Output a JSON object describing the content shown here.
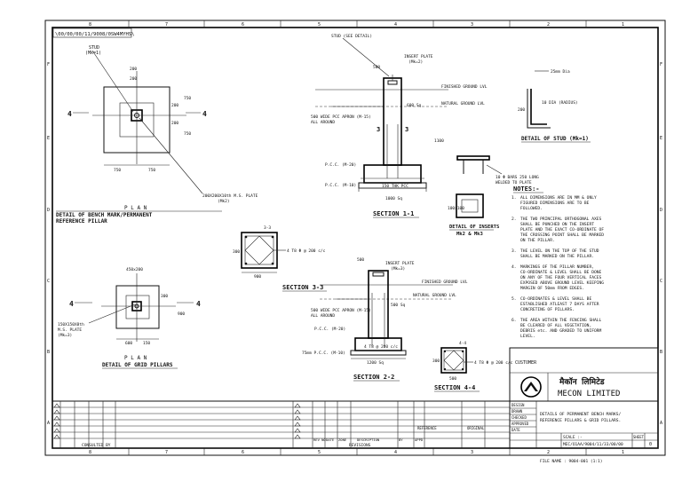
{
  "drawing_ref_rotated": "\\00/00/00/11/9008/0SW4MYHS\\",
  "plan1": {
    "stud_label": "STUD",
    "stud_sub": "(Mk=1)",
    "dim_top": "200",
    "dim_top2": "200",
    "dim_right": "200",
    "dim_right2": "200",
    "dim_side": "750",
    "dim_side2": "750",
    "dim_bot_l": "750",
    "dim_bot_r": "750",
    "cut_mark": "4",
    "cut_mark_r": "4",
    "plate_note": "200X200X10th M.S. PLATE",
    "plate_sub": "(Mk2)",
    "title": "P L A N",
    "subtitle": "DETAIL OF BENCH MARK/PERMANENT",
    "subtitle2": "REFERENCE PILLAR"
  },
  "plan2": {
    "dim_top": "450x200",
    "dim_side": "300",
    "dim_side2": "900",
    "dim_bot": "600",
    "dim_bot2": "150",
    "cut_mark": "4",
    "cut_mark_r": "4",
    "plate_note": "150X150X8th",
    "plate_note2": "M.S. PLATE",
    "plate_sub": "(Mk=3)",
    "title": "P L A N",
    "subtitle": "DETAIL OF GRID PILLARS"
  },
  "sec11": {
    "stud_note": "STUD (SEE DETAIL)",
    "insert_plate": "INSERT PLATE",
    "insert_sub": "(Mk=2)",
    "dim_500": "500",
    "dim_600sq": "600 Sq",
    "dim_1100": "1100",
    "finished_ground": "FINISHED GROUND LVL",
    "natural_ground": "NATURAL GROUND LVL",
    "apron": "500 WIDE PCC APRON (M-15)",
    "apron2": "ALL AROUND",
    "pcc1": "P.C.C. (M-20)",
    "pcc2": "P.C.C. (M-10)",
    "thk": "150 THK PCC",
    "base": "1000 Sq",
    "cut_left": "3",
    "cut_right": "3",
    "title": "SECTION 1-1"
  },
  "sec33": {
    "mark": "3-3",
    "dim_side": "300",
    "dim_bot": "900",
    "rebar": "4 T8 Φ @ 200 c/c",
    "title": "SECTION 3-3"
  },
  "sec22": {
    "insert_plate": "INSERT PLATE",
    "insert_sub": "(Mk=3)",
    "dim_500": "500",
    "dim_500b": "500 Sq",
    "finished_ground": "FINISHED GROUND LVL",
    "natural_ground": "NATURAL GROUND LVL",
    "apron": "500 WIDE PCC APRON (M-15)",
    "apron2": "ALL AROUND",
    "pcc1": "P.C.C. (M-20)",
    "pcc2": "75mm P.C.C. (M-10)",
    "base": "1200 Sq",
    "thk": "4 T8 @ 200 c/c",
    "title": "SECTION 2-2"
  },
  "sec44": {
    "mark": "4-4",
    "dim_side": "300",
    "dim_bot": "500",
    "rebar": "4 T8 Φ @ 200 c/c",
    "title": "SECTION 4-4"
  },
  "stud": {
    "dim1": "25mm Dia",
    "dim2": "10 DIA (RADIUS)",
    "dim3": "200",
    "title": "DETAIL OF STUD (Mk=1)"
  },
  "inserts": {
    "note1": "10 Φ BARS 250 LONG",
    "note2": "WELDED TO PLATE",
    "dim": "100x100",
    "title": "DETAIL OF INSERTS",
    "sub": "Mk2 & Mk3"
  },
  "notes": {
    "heading": "NOTES:-",
    "items": [
      "ALL DIMENSIONS ARE IN MM & ONLY FIGURED DIMENSIONS ARE TO BE FOLLOWED.",
      "THE TWO PRINCIPAL ORTHOGONAL AXES SHALL BE PUNCHED ON THE INSERT PLATE AND THE EXACT CO-ORDINATE OF THE CROSSING POINT SHALL BE MARKED ON THE PILLAR.",
      "THE LEVEL ON THE TOP OF THE STUD SHALL BE MARKED ON THE PILLAR.",
      "MARKINGS OF THE PILLAR NUMBER, CO-ORDINATE & LEVEL SHALL BE DONE ON ANY OF THE FOUR VERTICAL FACES EXPOSED ABOVE GROUND LEVEL KEEPING MARGIN OF 50mm FROM EDGES.",
      "CO-ORDINATES & LEVEL SHALL BE ESTABLISHED ATLEAST 7 DAYS AFTER CONCRETING OF PILLARS.",
      "THE AREA WITHIN THE FENCING SHALL BE CLEARED OF ALL VEGETATION, DEBRIS etc. AND GRADED TO UNIFORM LEVEL."
    ]
  },
  "titleblock": {
    "customer": "CUSTOMER",
    "company_hindi": "मैकॉन लिमिटेड",
    "company": "MECON LIMITED",
    "drawing_title": "DETAILS OF PERMANENT BENCH MARKS/",
    "drawing_title2": "REFERENCE PILLARS & GRID PILLARS.",
    "drawing_no": "MEC/O1AA/9004/11/33/00/00",
    "rev": "0",
    "scale_label": "SCALE :-",
    "sheet_label": "SHEET",
    "file_name": "FILE NAME : 9004-001 (1:1)",
    "rows": [
      "DESIGN",
      "DRAWN",
      "CHECKED",
      "APPROVED",
      "DATE"
    ],
    "consulted_by": "CONSULTED BY",
    "rev_header": [
      "REV NO",
      "DATE",
      "ZONE",
      "DESCRIPTION",
      "BY",
      "APPD"
    ],
    "revisions": "REVISIONS",
    "reference": "REFERENCE",
    "original": "ORIGINAL"
  },
  "grid": {
    "cols": [
      "8",
      "7",
      "6",
      "5",
      "4",
      "3",
      "2",
      "1"
    ],
    "rows": [
      "F",
      "E",
      "D",
      "C",
      "B",
      "A"
    ]
  }
}
